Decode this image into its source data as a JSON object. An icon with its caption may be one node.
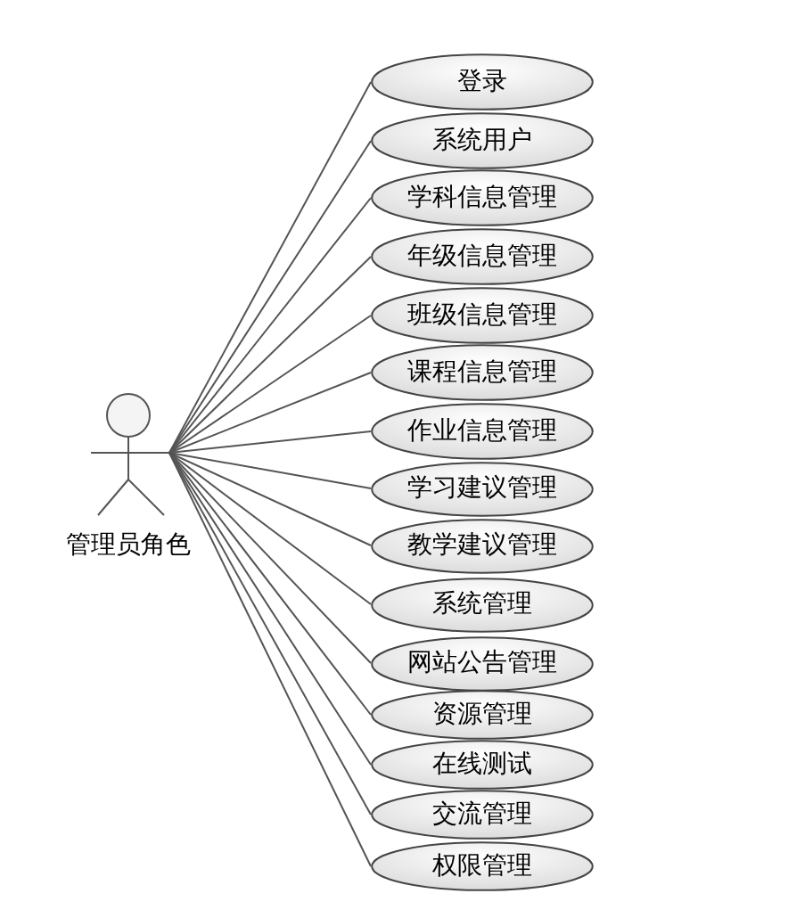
{
  "diagram": {
    "nodes": [
      {
        "text": [
          "管理员角色"
        ]
      },
      {
        "text": [
          "登录"
        ]
      },
      {
        "text": [
          "系统用户"
        ]
      },
      {
        "text": [
          "学科信息管理"
        ]
      },
      {
        "text": [
          "年级信息管理"
        ]
      },
      {
        "text": [
          "班级信息管理"
        ]
      },
      {
        "text": [
          "课程信息管理"
        ]
      },
      {
        "text": [
          "作业信息管理"
        ]
      },
      {
        "text": [
          "学习建议管理"
        ]
      },
      {
        "text": [
          "教学建议管理"
        ]
      },
      {
        "text": [
          "系统管理"
        ]
      },
      {
        "text": [
          "网站公告管理"
        ]
      },
      {
        "text": [
          "资源管理"
        ]
      },
      {
        "text": [
          "在线测试"
        ]
      },
      {
        "text": [
          "交流管理"
        ]
      },
      {
        "text": [
          "权限管理"
        ]
      }
    ],
    "edges": [
      {
        "from": 0,
        "to": 1,
        "arrow": "none"
      },
      {
        "from": 0,
        "to": 2,
        "arrow": "none"
      },
      {
        "from": 0,
        "to": 3,
        "arrow": "none"
      },
      {
        "from": 0,
        "to": 4,
        "arrow": "none"
      },
      {
        "from": 0,
        "to": 5,
        "arrow": "none"
      },
      {
        "from": 0,
        "to": 6,
        "arrow": "none"
      },
      {
        "from": 0,
        "to": 7,
        "arrow": "none"
      },
      {
        "from": 0,
        "to": 8,
        "arrow": "none"
      },
      {
        "from": 0,
        "to": 9,
        "arrow": "none"
      },
      {
        "from": 0,
        "to": 10,
        "arrow": "none"
      },
      {
        "from": 0,
        "to": 11,
        "arrow": "none"
      },
      {
        "from": 0,
        "to": 12,
        "arrow": "none"
      },
      {
        "from": 0,
        "to": 13,
        "arrow": "none"
      },
      {
        "from": 0,
        "to": 14,
        "arrow": "none"
      },
      {
        "from": 0,
        "to": 15,
        "arrow": "none"
      }
    ]
  }
}
